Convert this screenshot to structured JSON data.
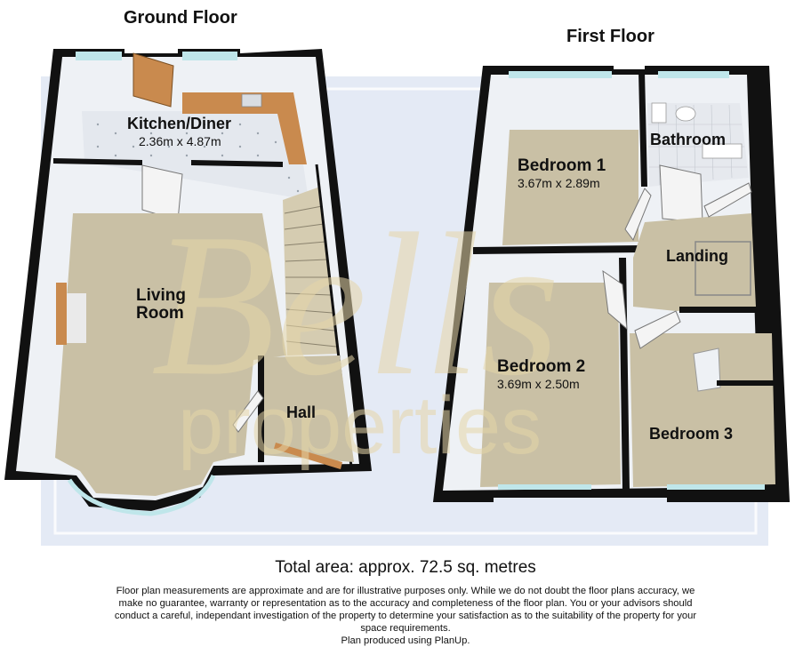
{
  "titles": {
    "ground_floor": "Ground Floor",
    "first_floor": "First Floor"
  },
  "ground_floor": {
    "kitchen": {
      "name": "Kitchen/Diner",
      "dimensions": "2.36m x 4.87m"
    },
    "living": {
      "name_line1": "Living",
      "name_line2": "Room"
    },
    "hall": {
      "name": "Hall"
    }
  },
  "first_floor": {
    "bedroom1": {
      "name": "Bedroom 1",
      "dimensions": "3.67m x 2.89m"
    },
    "bedroom2": {
      "name": "Bedroom 2",
      "dimensions": "3.69m x 2.50m"
    },
    "bedroom3": {
      "name": "Bedroom 3"
    },
    "bathroom": {
      "name": "Bathroom"
    },
    "landing": {
      "name": "Landing"
    }
  },
  "watermark": {
    "line1": "Bells",
    "line2": "properties"
  },
  "footer": {
    "total_area": "Total area: approx. 72.5 sq. metres",
    "disclaimer": "Floor plan measurements are approximate and are for illustrative purposes only. While we do not doubt the floor plans accuracy, we make no guarantee, warranty or representation as to the accuracy and completeness of the floor plan. You or your advisors should conduct a careful, independant investigation of the property to determine your satisfaction as to the suitability of the property for your space requirements.",
    "credit": "Plan produced using PlanUp."
  },
  "colors": {
    "wall": "#111111",
    "wall_face": "#f2f4f7",
    "carpet": "#c9c0a5",
    "tile": "#e6e9ee",
    "worktop": "#c98a4e",
    "watermark_bg": "#c9d5ea",
    "watermark_text": "#e0cfa0",
    "window": "#bfe6ea",
    "door": "#f4f4f4"
  }
}
